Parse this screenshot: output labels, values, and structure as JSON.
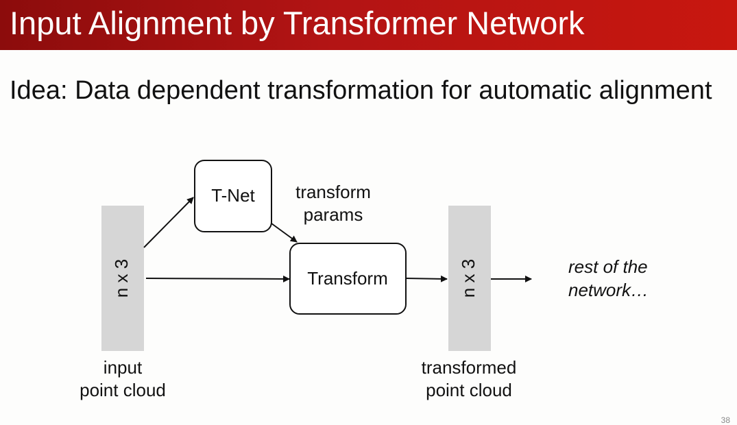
{
  "slide": {
    "title": "Input Alignment by Transformer Network",
    "idea": "Idea: Data dependent transformation for automatic alignment",
    "page_number": "38"
  },
  "diagram": {
    "input_block_label": "n x 3",
    "output_block_label": "n x 3",
    "tnet_label": "T-Net",
    "transform_label": "Transform",
    "params_label_line1": "transform",
    "params_label_line2": "params",
    "rest_line1": "rest of the",
    "rest_line2": "network…",
    "input_caption_line1": "input",
    "input_caption_line2": "point cloud",
    "output_caption_line1": "transformed",
    "output_caption_line2": "point cloud"
  },
  "colors": {
    "title_bar": "#b31414",
    "block_fill": "#d6d6d6",
    "line": "#111111"
  }
}
